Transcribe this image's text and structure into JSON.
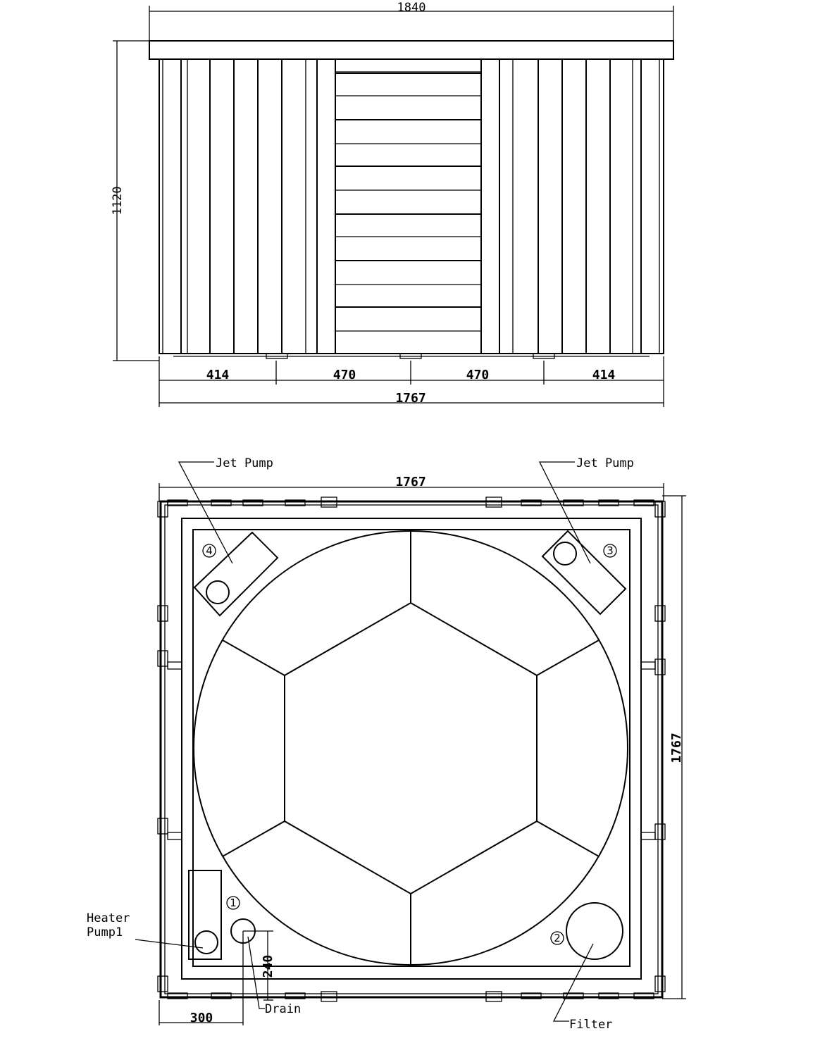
{
  "elevation": {
    "overall_width": "1840",
    "height": "1120",
    "segments": [
      "414",
      "470",
      "470",
      "414"
    ],
    "base_width": "1767"
  },
  "plan": {
    "top_width": "1767",
    "side_height": "1767",
    "jet_pump_left": "Jet Pump",
    "jet_pump_right": "Jet Pump",
    "marker_1": "1",
    "marker_2": "2",
    "marker_3": "3",
    "marker_4": "4",
    "heater_pump_line1": "Heater",
    "heater_pump_line2": "Pump1",
    "drain_label": "Drain",
    "filter_label": "Filter",
    "drain_offset": "300",
    "drain_height": "240"
  }
}
